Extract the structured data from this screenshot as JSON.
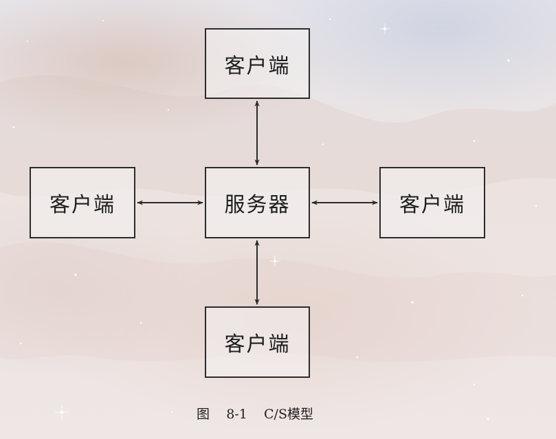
{
  "nodes": {
    "top": "客户端",
    "left": "客户端",
    "center": "服务器",
    "right": "客户端",
    "bottom": "客户端"
  },
  "caption": {
    "prefix": "图",
    "number": "8-1",
    "title": "C/S模型"
  },
  "colors": {
    "line": "#2a2a2a",
    "text": "#1e1e1e"
  }
}
